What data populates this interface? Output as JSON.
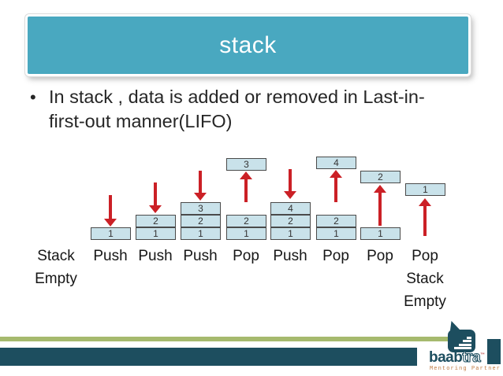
{
  "theme": {
    "title_bg": "#49a8c0",
    "title_text": "#ffffff",
    "body_text": "#262626",
    "box_fill": "#c9e2ea",
    "box_border": "#4a4a4a",
    "arrow_red": "#cb2026",
    "brand_teal": "#1d4e5f",
    "accent_green": "#a6ba6e",
    "tagline_orange": "#c17c43"
  },
  "slide": {
    "title": "stack",
    "bullet": {
      "marker": "•",
      "line1": "In stack , data is added or removed in Last-in-",
      "line2": "first-out manner(LIFO)"
    }
  },
  "diagram": {
    "type": "stack-operations-lifo",
    "columns": [
      {
        "labels": [
          "Stack",
          "Empty"
        ],
        "arrow": null,
        "stack": [],
        "float": null
      },
      {
        "labels": [
          "Push"
        ],
        "arrow": "down",
        "stack": [
          1
        ],
        "float": null
      },
      {
        "labels": [
          "Push"
        ],
        "arrow": "down",
        "stack": [
          2,
          1
        ],
        "float": null
      },
      {
        "labels": [
          "Push"
        ],
        "arrow": "down",
        "stack": [
          3,
          2,
          1
        ],
        "float": null
      },
      {
        "labels": [
          "Pop"
        ],
        "arrow": "up",
        "stack": [
          2,
          1
        ],
        "float": 3
      },
      {
        "labels": [
          "Push"
        ],
        "arrow": "down",
        "stack": [
          4,
          2,
          1
        ],
        "float": null
      },
      {
        "labels": [
          "Pop"
        ],
        "arrow": "up",
        "stack": [
          2,
          1
        ],
        "float": 4
      },
      {
        "labels": [
          "Pop"
        ],
        "arrow": "up",
        "stack": [
          1
        ],
        "float": 2
      },
      {
        "labels": [
          "Pop",
          "Stack",
          "Empty"
        ],
        "arrow": "up",
        "stack": [],
        "float": 1
      }
    ]
  },
  "footer": {
    "brand_solid": "baab",
    "brand_outline": "tra",
    "tm": "™",
    "tagline": "Mentoring Partner"
  }
}
